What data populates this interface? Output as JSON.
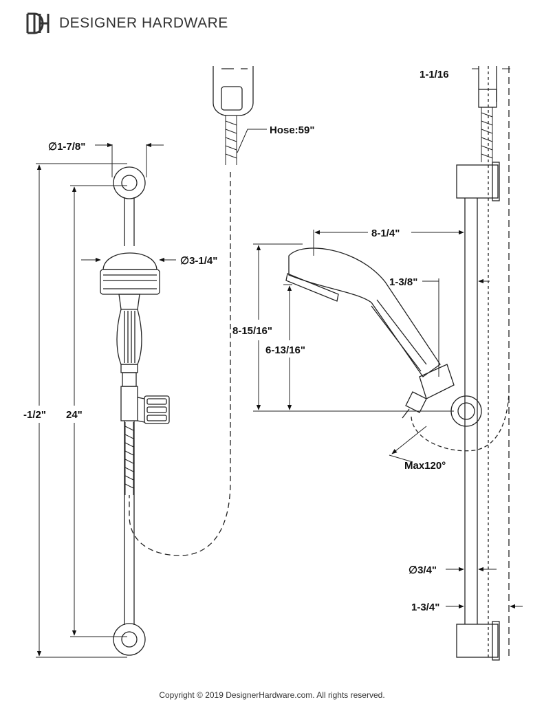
{
  "brand": {
    "logo_letters": "DH",
    "name": "DESIGNER HARDWARE"
  },
  "dimensions": {
    "bar_flange_dia": "∅1-7/8\"",
    "head_dia": "∅3-1/4\"",
    "overall_height": "-1/2\"",
    "bar_center": "24\"",
    "hose": "Hose:59\"",
    "reach": "8-1/4\"",
    "head_height": "8-15/16\"",
    "handle_height": "6-13/16\"",
    "bracket_offset": "1-3/8\"",
    "top_partial": "1-1/16",
    "swivel": "Max120°",
    "bar_dia": "∅3/4\"",
    "wall_offset": "1-3/4\""
  },
  "footer": "Copyright © 2019 DesignerHardware.com. All rights reserved."
}
